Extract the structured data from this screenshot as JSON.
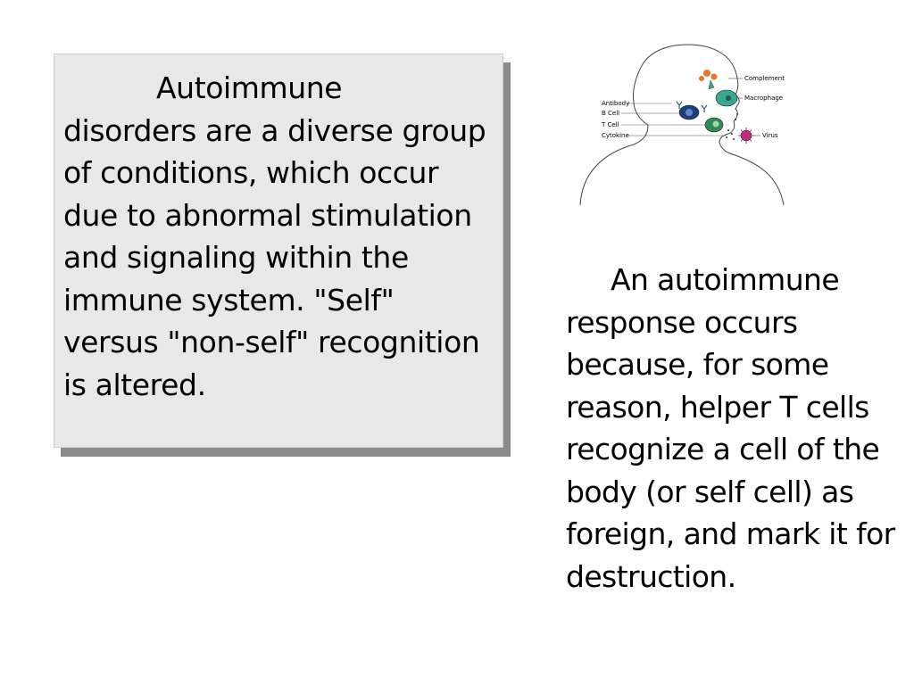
{
  "left_box": {
    "first_line": "Autoimmune",
    "rest": "disorders are a diverse group of conditions, which occur due to abnormal stimulation and signaling within the immune system. \"Self\" versus \"non-self\" recognition is altered."
  },
  "right_text": {
    "first_line": "An autoimmune",
    "rest": "response occurs because, for some reason, helper T cells recognize a cell of the body (or self cell) as foreign, and mark it for destruction."
  },
  "diagram": {
    "labels": {
      "complement": "Complement",
      "macrophage": "Macrophage",
      "antibody": "Antibody",
      "b_cell": "B Cell",
      "t_cell": "T Cell",
      "cytokine": "Cytokine",
      "virus": "Virus"
    },
    "colors": {
      "b_cell": "#1f3f7a",
      "t_cell": "#2e8b57",
      "macrophage": "#3aa890",
      "virus": "#c0307a",
      "complement": "#e07830",
      "antibody": "#2a5aa0"
    }
  }
}
